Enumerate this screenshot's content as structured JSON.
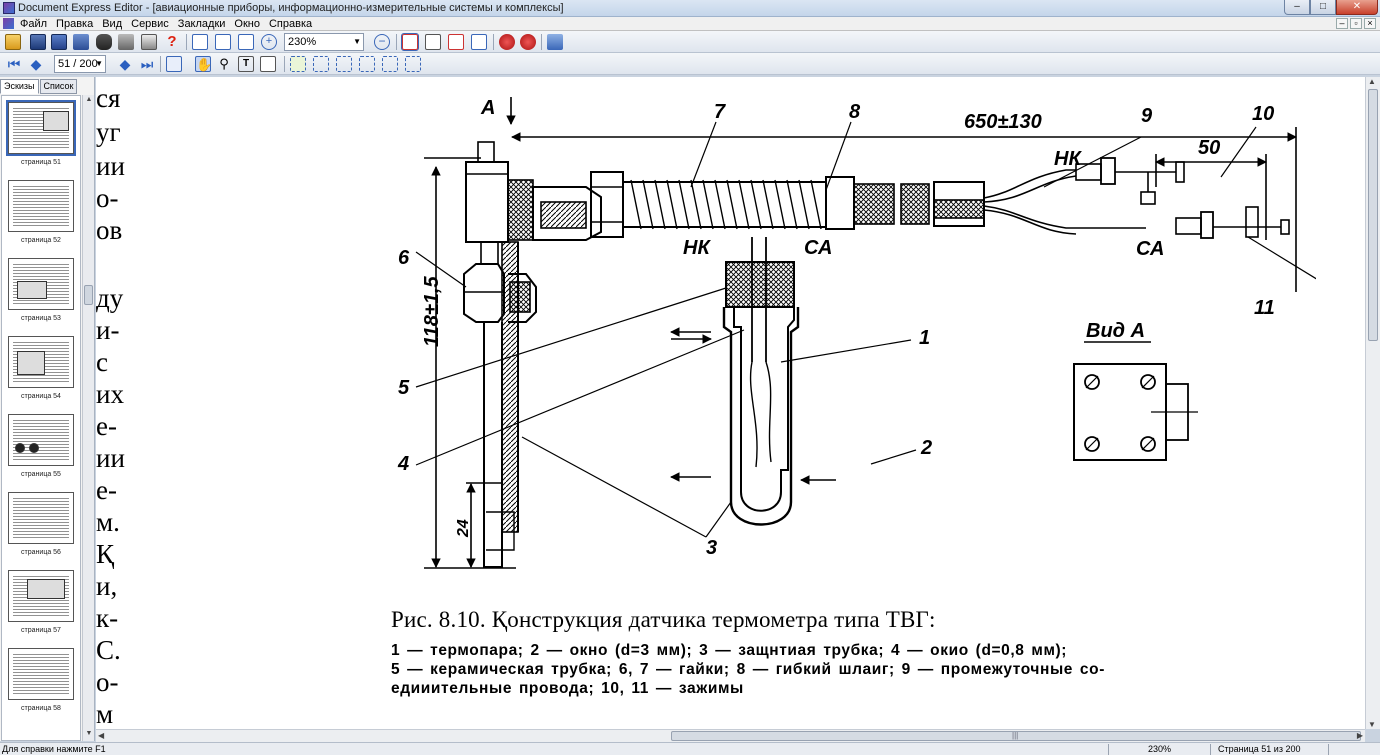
{
  "window": {
    "title": "Document Express Editor - [авиационные приборы, информационно-измерительные системы и комплексы]",
    "minimize": "–",
    "maximize": "□",
    "close": "✕"
  },
  "menu": {
    "items": [
      "Файл",
      "Правка",
      "Вид",
      "Сервис",
      "Закладки",
      "Окно",
      "Справка"
    ]
  },
  "toolbar": {
    "zoom_value": "230%",
    "page_value": "51 / 200"
  },
  "sidebar": {
    "tabs": [
      "Эскизы",
      "Список"
    ],
    "thumbnails": [
      {
        "label": "страница 51"
      },
      {
        "label": "страница 52"
      },
      {
        "label": "страница 53"
      },
      {
        "label": "страница 54"
      },
      {
        "label": "страница 55"
      },
      {
        "label": "страница 56"
      },
      {
        "label": "страница 57"
      },
      {
        "label": "страница 58"
      }
    ]
  },
  "document": {
    "left_column": [
      "ся",
      "уг",
      "ии",
      "о-",
      "ов",
      "ду",
      "и-",
      "с",
      "их",
      "е-",
      "ии",
      "е-",
      "м.",
      "Қ",
      "и,",
      "к-",
      "С.",
      "о-",
      "м"
    ],
    "figure": {
      "labels": {
        "view_marker": "А",
        "dim_length": "650±130",
        "dim_height": "118±1,5",
        "dim_24": "24",
        "dim_50": "50",
        "nk_top": "НК",
        "nk_mid": "НК",
        "ca_top": "СА",
        "ca_mid": "СА",
        "view_a": "Вид А",
        "n1": "1",
        "n2": "2",
        "n3": "3",
        "n4": "4",
        "n5": "5",
        "n6": "6",
        "n7": "7",
        "n8": "8",
        "n9": "9",
        "n10": "10",
        "n11": "11"
      }
    },
    "caption": {
      "title": "Рис. 8.10. Қонструкция датчика термометра типа ТВГ:",
      "line1": "1 — термопара; 2 — окно (d=3 мм); 3 — защнтиая трубка; 4 — окио (d=0,8 мм);",
      "line2": "5 — керамическая трубка; 6, 7 — гайки; 8 — гибкий шлаиг; 9 — промежуточные со-",
      "line3": "едииительные провода; 10, 11 — зажимы"
    }
  },
  "status": {
    "hint": "Для справки нажмите F1",
    "zoom": "230%",
    "page": "Страница 51 из 200"
  },
  "colors": {
    "accent": "#3a67b8"
  }
}
